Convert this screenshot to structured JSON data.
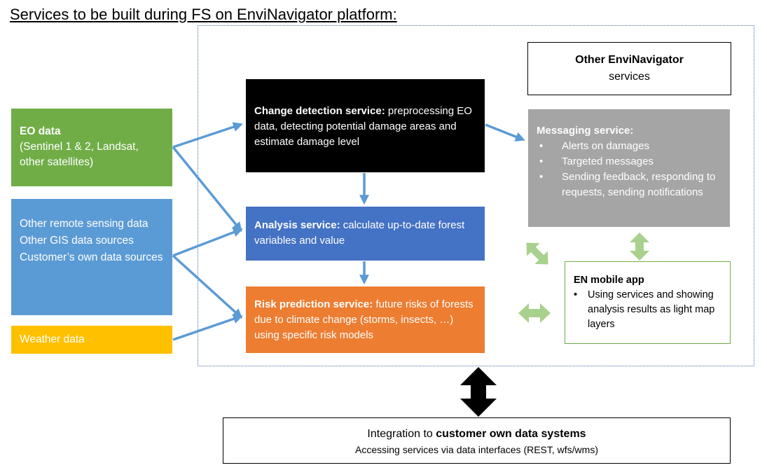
{
  "title": "Services to be built during FS on EnviNavigator platform:",
  "inputs": {
    "eo_data": {
      "title": "EO data",
      "detail": "(Sentinel 1 & 2, Landsat, other satellites)"
    },
    "remote_sensing": {
      "lines": [
        "Other remote sensing data",
        "Other GIS data sources",
        "Customer’s own data sources"
      ]
    },
    "weather": {
      "label": "Weather data"
    }
  },
  "services": {
    "change_detection": {
      "title": "Change detection service:",
      "text": " preprocessing EO data, detecting potential damage areas and estimate damage level"
    },
    "analysis": {
      "title": "Analysis service:",
      "text": " calculate up-to-date forest variables and value"
    },
    "risk_prediction": {
      "title": "Risk prediction service:",
      "text": " future risks of forests due to climate change (storms, insects, …) using specific risk models"
    }
  },
  "other_services": {
    "title": "Other EnviNavigator",
    "subtitle": "services"
  },
  "messaging": {
    "title": "Messaging service:",
    "items": [
      "Alerts on damages",
      "Targeted messages",
      "Sending feedback, responding to requests, sending notifications"
    ]
  },
  "mobile_app": {
    "title": "EN mobile app",
    "items": [
      "Using services and showing analysis results as light map layers"
    ]
  },
  "integration": {
    "title_prefix": "Integration to ",
    "title_bold": "customer own data systems",
    "subtitle": "Accessing services via data interfaces (REST, wfs/wms)"
  },
  "colors": {
    "eo": "#70ad47",
    "remote": "#5b9bd5",
    "weather": "#ffc000",
    "change": "#000000",
    "analysis": "#4472c4",
    "risk": "#ed7d31",
    "messaging": "#a5a5a5",
    "arrow_blue": "#5b9bd5",
    "arrow_green": "#a9d18e"
  }
}
